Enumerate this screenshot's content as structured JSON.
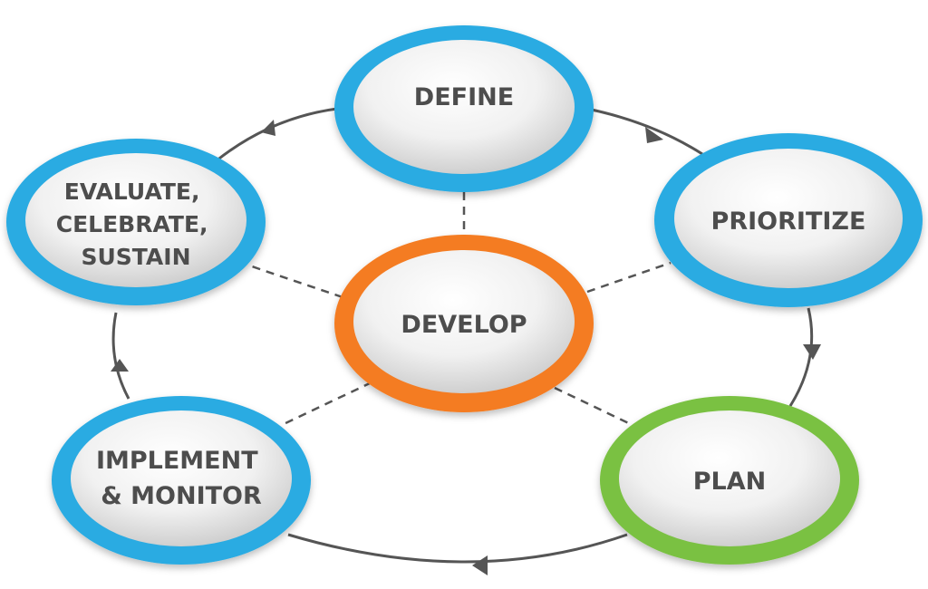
{
  "nodes": {
    "define": {
      "lines": [
        "DEFINE"
      ]
    },
    "prioritize": {
      "lines": [
        "PRIORITIZE"
      ]
    },
    "plan": {
      "lines": [
        "PLAN"
      ]
    },
    "implement": {
      "lines": [
        "IMPLEMENT",
        "& MONITOR"
      ]
    },
    "evaluate": {
      "lines": [
        "EVALUATE,",
        "CELEBRATE,",
        "SUSTAIN"
      ]
    },
    "develop": {
      "lines": [
        "DEVELOP"
      ]
    }
  },
  "colors": {
    "cycle_ring": "#29abe2",
    "plan_ring": "#7ac143",
    "center_ring": "#f47b20",
    "label_text": "#4d4d4d",
    "connector": "#555555"
  },
  "cycle_order": [
    "define",
    "prioritize",
    "plan",
    "implement",
    "evaluate"
  ]
}
